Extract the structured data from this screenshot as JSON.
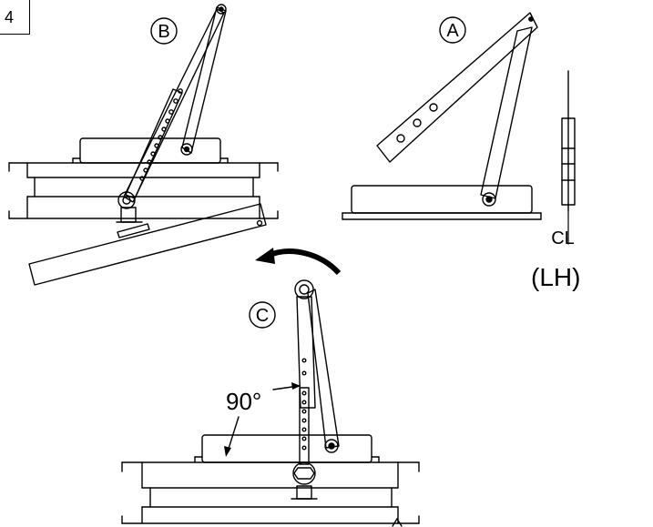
{
  "step_number": "4",
  "views": [
    {
      "id": "A",
      "label": "A"
    },
    {
      "id": "B",
      "label": "B"
    },
    {
      "id": "C",
      "label": "C"
    }
  ],
  "angle_label": "90°",
  "hand_label": "(LH)",
  "centerline_symbol": "CL",
  "colors": {
    "ink": "#000000",
    "paper": "#ffffff"
  }
}
